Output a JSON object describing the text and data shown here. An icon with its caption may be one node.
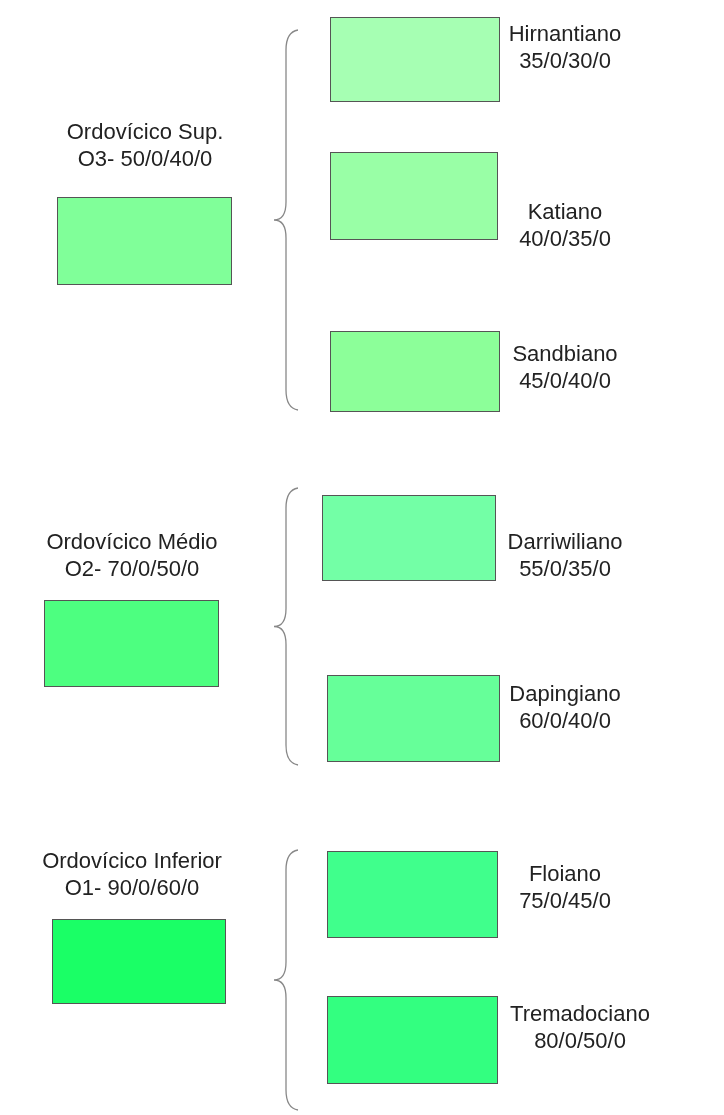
{
  "diagram": {
    "nodes": [
      {
        "text": [],
        "shape": "box",
        "beside": [
          "Ordovícico Sup.",
          "O3- 50/0/40/0"
        ]
      },
      {
        "text": [],
        "shape": "box",
        "beside": [
          "Hirnantiano",
          "35/0/30/0"
        ]
      },
      {
        "text": [],
        "shape": "box",
        "beside": [
          "Katiano",
          "40/0/35/0"
        ]
      },
      {
        "text": [],
        "shape": "box",
        "beside": [
          "Sandbiano",
          "45/0/40/0"
        ]
      },
      {
        "text": [],
        "shape": "box",
        "beside": [
          "Ordovícico Médio",
          "O2- 70/0/50/0"
        ]
      },
      {
        "text": [],
        "shape": "box",
        "beside": [
          "Darriwiliano",
          "55/0/35/0"
        ]
      },
      {
        "text": [],
        "shape": "box",
        "beside": [
          "Dapingiano",
          "60/0/40/0"
        ]
      },
      {
        "text": [],
        "shape": "box",
        "beside": [
          "Ordovícico Inferior",
          "O1- 90/0/60/0"
        ]
      },
      {
        "text": [],
        "shape": "box",
        "beside": [
          "Floiano",
          "75/0/45/0"
        ]
      },
      {
        "text": [],
        "shape": "box",
        "beside": [
          "Tremadociano",
          "80/0/50/0"
        ]
      }
    ],
    "edges": []
  }
}
